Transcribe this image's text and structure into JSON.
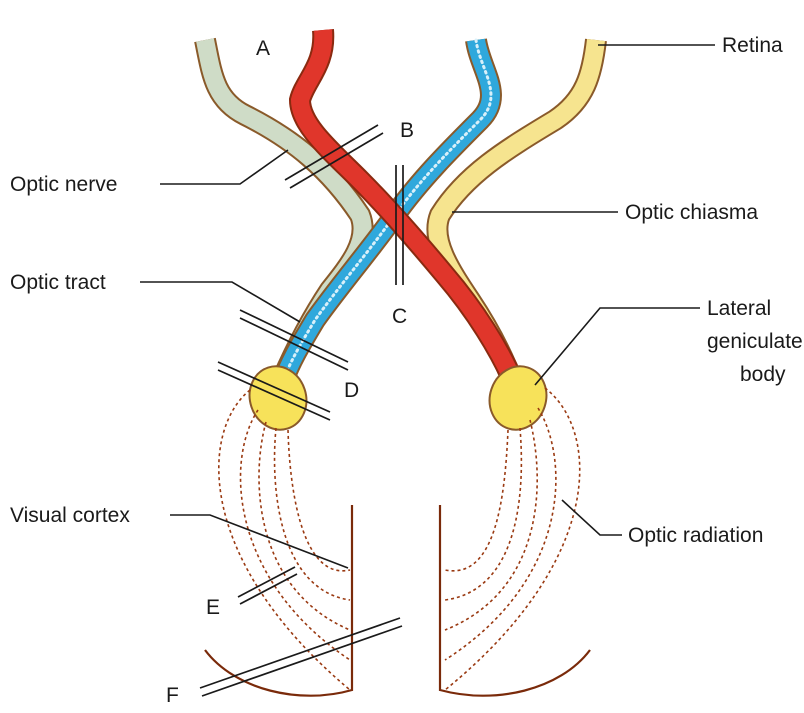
{
  "colors": {
    "left_outer": "#cfdcc7",
    "left_inner": "#e0362b",
    "right_inner": "#2fa8dc",
    "right_outer": "#f6e48f",
    "lgb_fill": "#f7e25a",
    "outline": "#8a5a2a",
    "radiation": "#9a3a12",
    "cortex": "#7a2a0a"
  },
  "labels": {
    "retina": "Retina",
    "optic_nerve": "Optic nerve",
    "optic_chiasma": "Optic chiasma",
    "optic_tract": "Optic tract",
    "lateral_geniculate_body_line1": "Lateral",
    "lateral_geniculate_body_line2": "geniculate",
    "lateral_geniculate_body_line3": "body",
    "visual_cortex": "Visual cortex",
    "optic_radiation": "Optic radiation"
  },
  "lesion_letters": {
    "a": "A",
    "b": "B",
    "c": "C",
    "d": "D",
    "e": "E",
    "f": "F"
  }
}
